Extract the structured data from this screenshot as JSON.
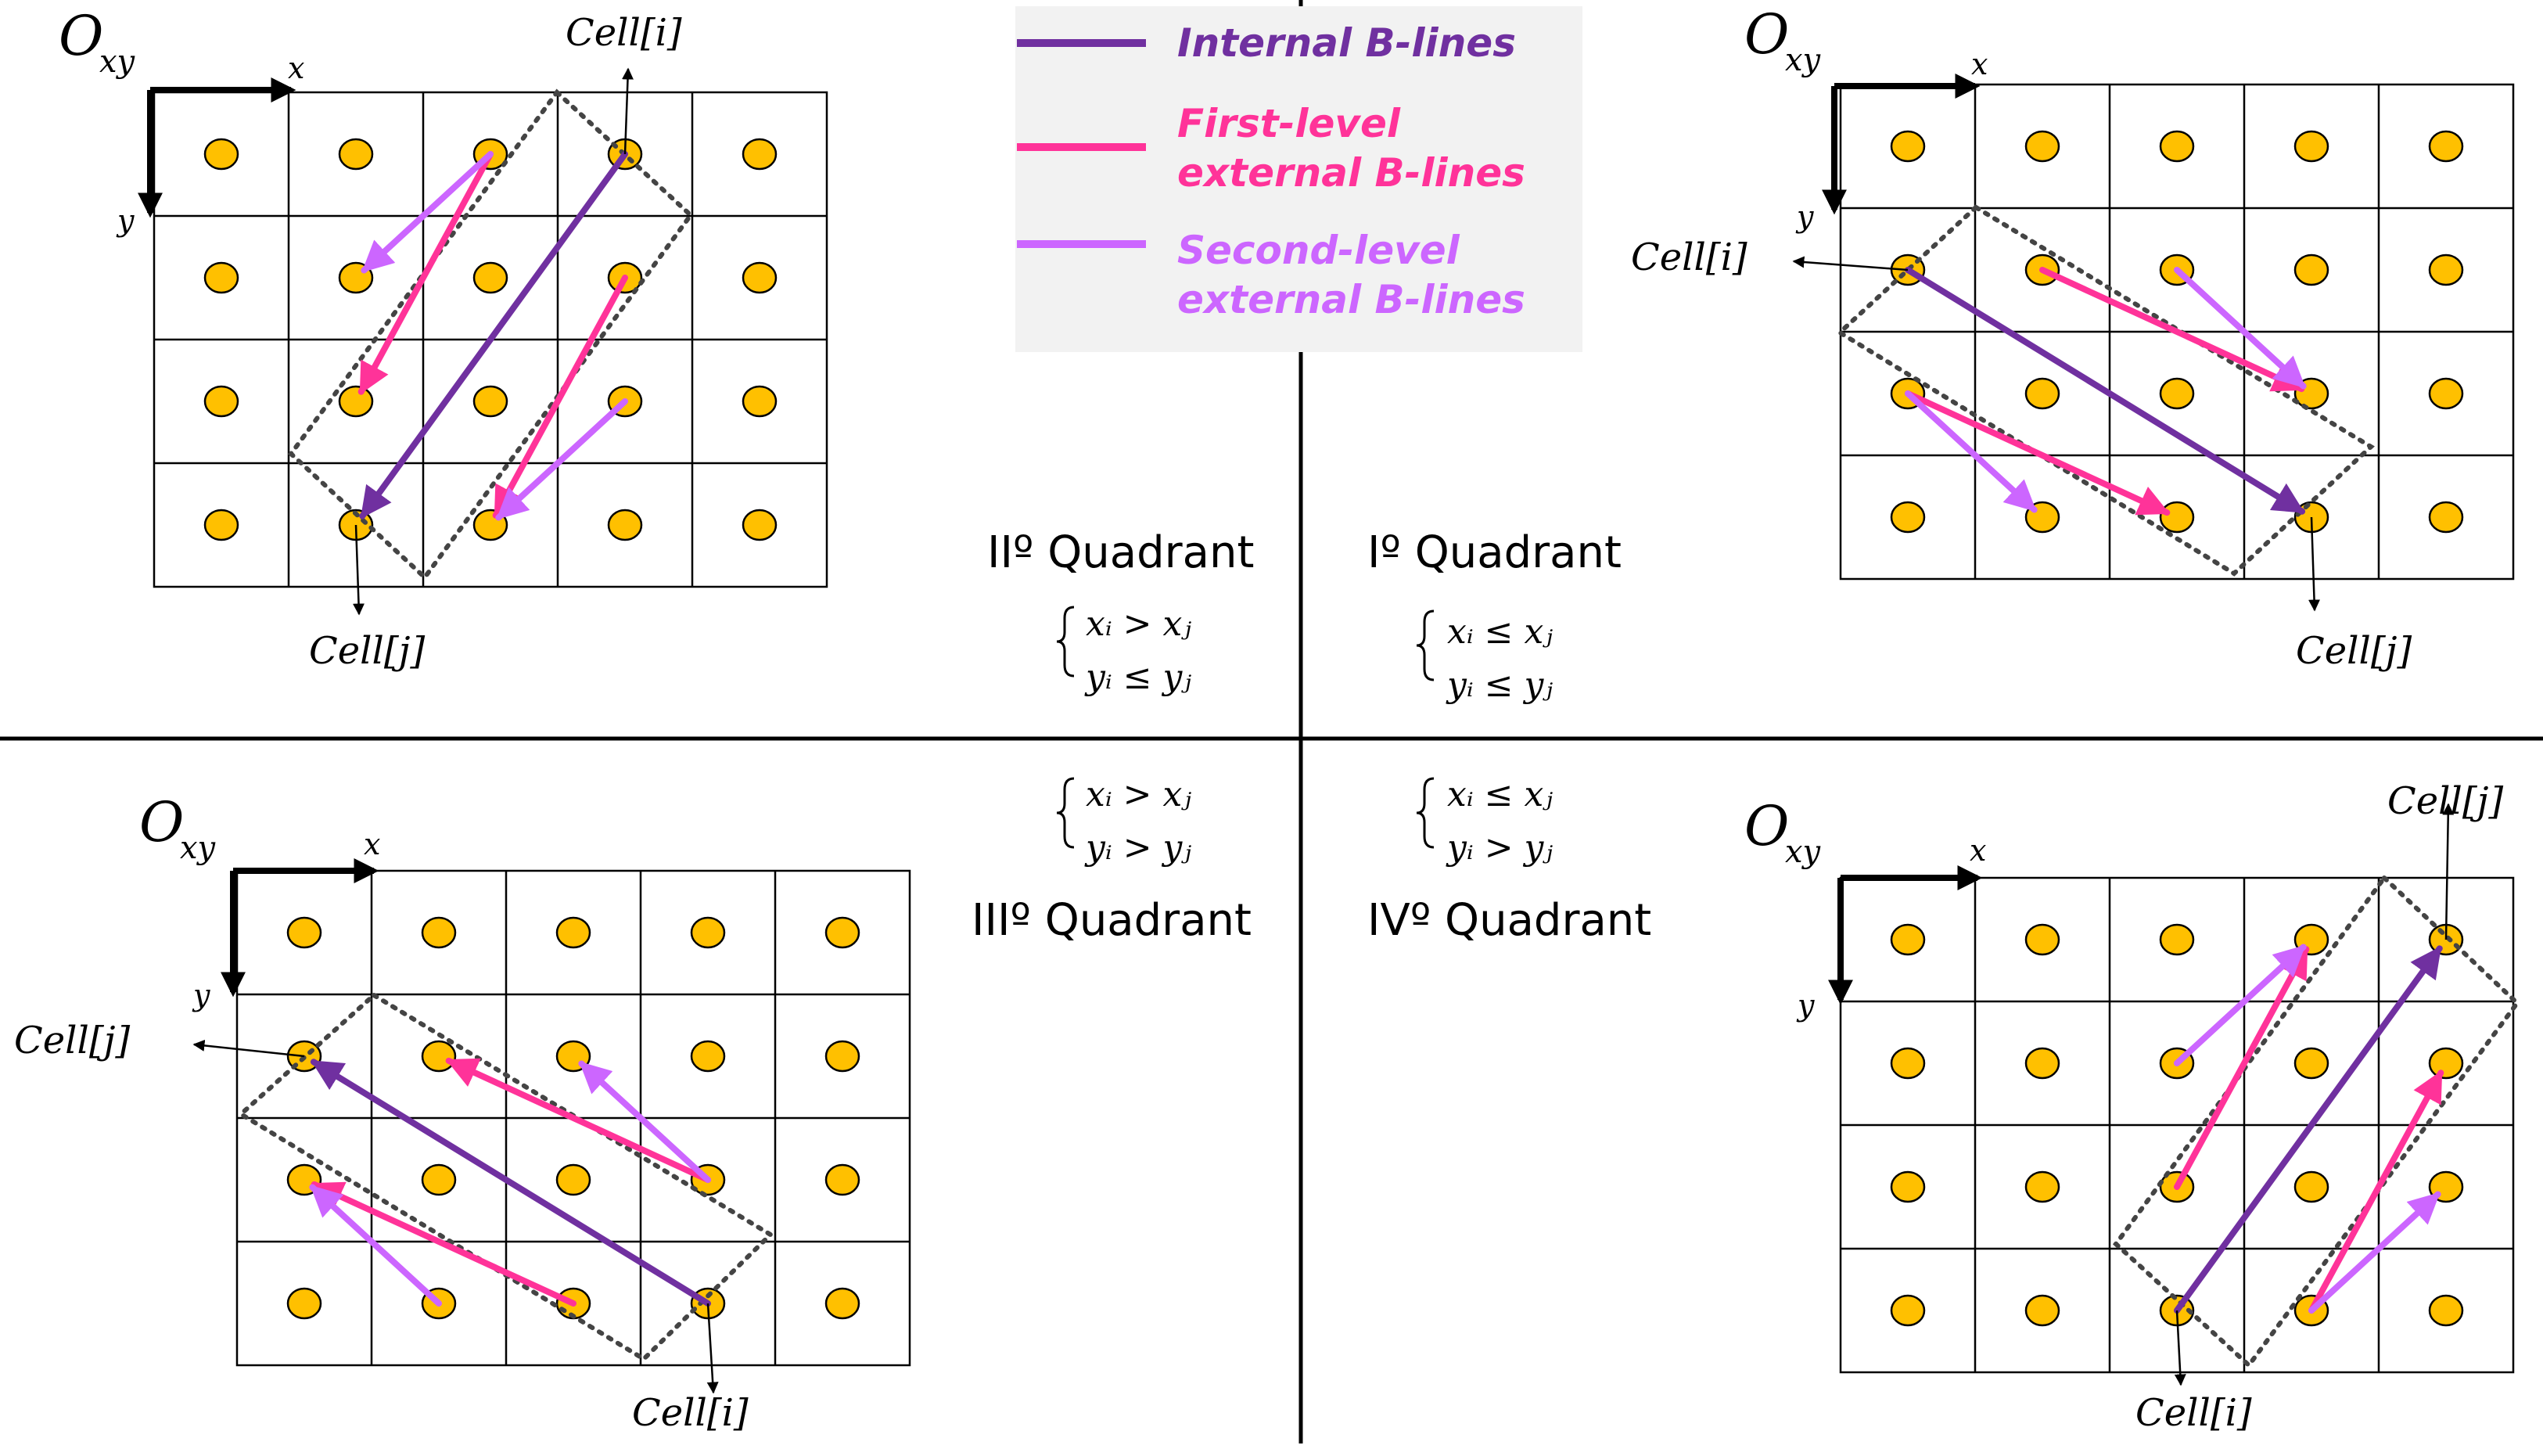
{
  "colors": {
    "internal": "#7030a0",
    "first_level": "#ff3399",
    "second_level": "#cc66ff",
    "dot_fill": "#ffc000",
    "legend_bg": "#f2f2f2",
    "grid": "#000000"
  },
  "legend": {
    "internal": "Internal B-lines",
    "first_level_line1": "First-level",
    "first_level_line2": "external B-lines",
    "second_level_line1": "Second-level",
    "second_level_line2": "external B-lines"
  },
  "labels": {
    "origin_main": "O",
    "origin_sub": "xy",
    "x_axis": "x",
    "y_axis": "y",
    "cell_i": "Cell[i]",
    "cell_j": "Cell[j]"
  },
  "quadrants": {
    "q1": {
      "title": "Iº Quadrant",
      "cond1": "xᵢ ≤ xⱼ",
      "cond2": "yᵢ ≤ yⱼ"
    },
    "q2": {
      "title": "IIº Quadrant",
      "cond1": "xᵢ > xⱼ",
      "cond2": "yᵢ ≤ yⱼ"
    },
    "q3": {
      "title": "IIIº Quadrant",
      "cond1": "xᵢ > xⱼ",
      "cond2": "yᵢ > yⱼ"
    },
    "q4": {
      "title": "IVº Quadrant",
      "cond1": "xᵢ ≤ xⱼ",
      "cond2": "yᵢ > yⱼ"
    }
  },
  "grid": {
    "columns": 5,
    "rows": 4
  }
}
